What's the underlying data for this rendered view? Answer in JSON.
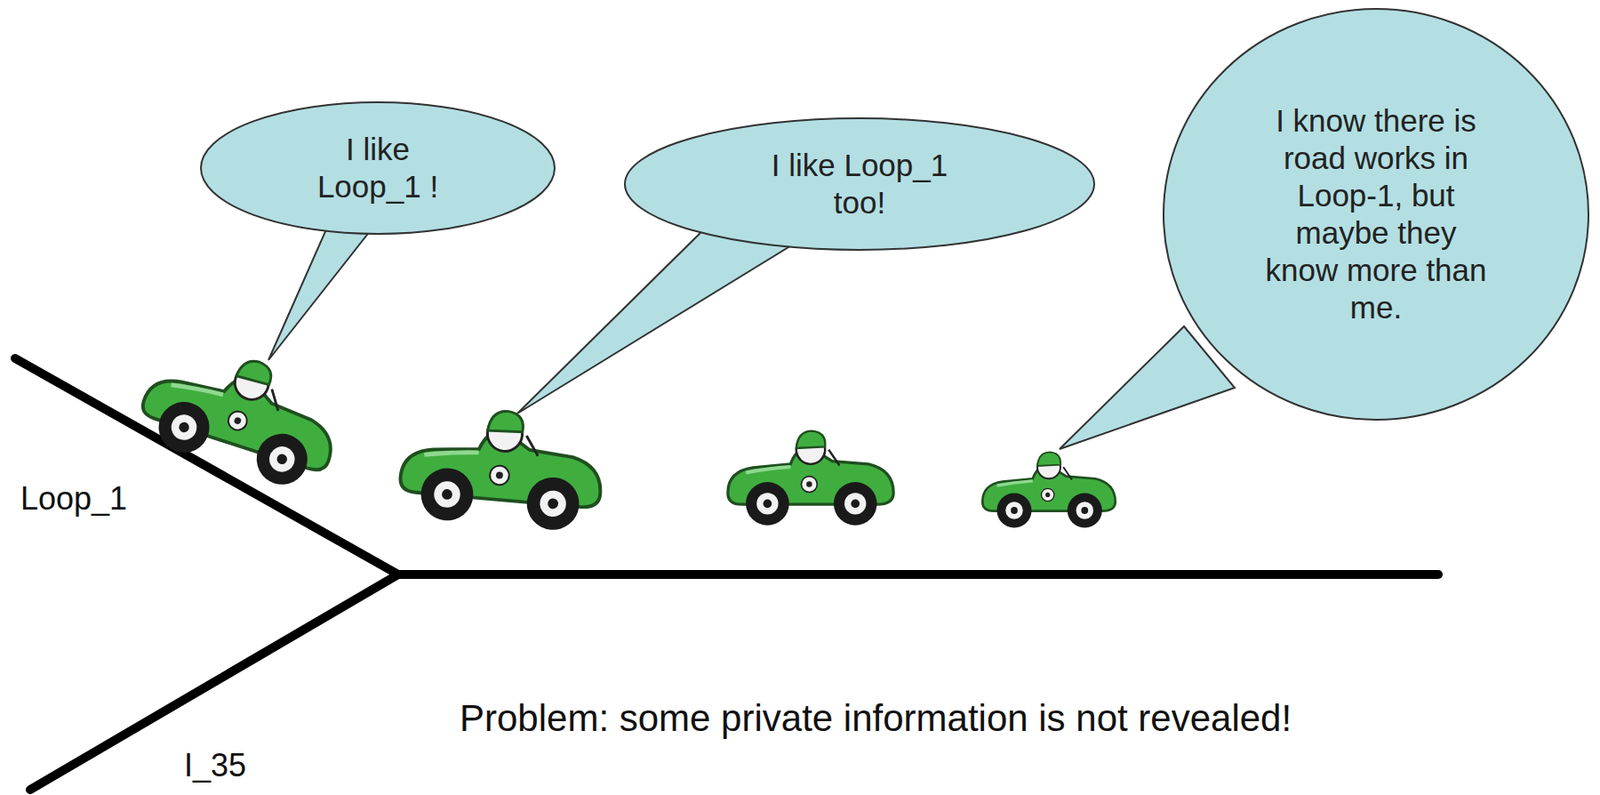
{
  "diagram": {
    "nodes": [
      {
        "text": [
          "I like Loop_1 !"
        ]
      },
      {
        "text": [
          "I like Loop_1 too!"
        ]
      },
      {
        "text": [
          "I know there is road works in Loop-1, but maybe they know more than me."
        ]
      }
    ],
    "labels": [
      "Loop_1",
      "I_35",
      "Problem: some private information is not revealed!"
    ]
  }
}
